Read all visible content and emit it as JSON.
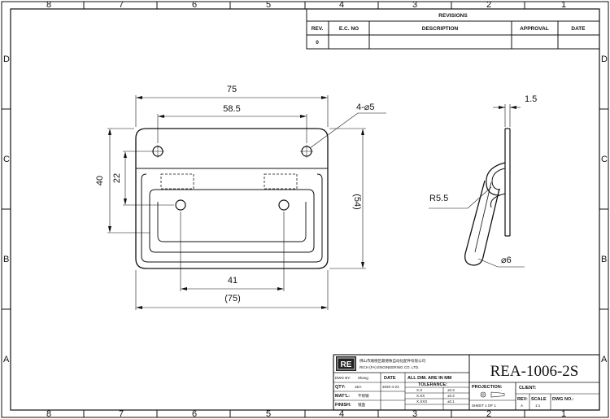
{
  "frame": {
    "top_zones": [
      "8",
      "7",
      "6",
      "5",
      "4",
      "3",
      "2",
      "1"
    ],
    "bottom_zones": [
      "8",
      "7",
      "6",
      "5",
      "4",
      "3",
      "2",
      "1"
    ],
    "left_zones": [
      "D",
      "C",
      "B",
      "A"
    ],
    "right_zones": [
      "D",
      "C",
      "B",
      "A"
    ]
  },
  "revisions": {
    "title": "REVISIONS",
    "headers": [
      "REV.",
      "E.C. NO",
      "DESCRIPTION",
      "APPROVAL",
      "DATE"
    ],
    "rows": [
      [
        "0",
        "",
        "",
        "",
        ""
      ]
    ]
  },
  "front_view": {
    "dims": {
      "overall_width": "75",
      "hole_spacing": "58.5",
      "holes": "4-⌀5",
      "height_total": "40",
      "height_upper": "22",
      "height_ref": "(54)",
      "lower_spacing": "41",
      "lower_width": "(75)"
    }
  },
  "side_view": {
    "dims": {
      "thickness": "1.5",
      "radius": "R5.5",
      "rod_dia": "⌀6"
    }
  },
  "title_block": {
    "logo": "RE",
    "company_cn": "佛山市顺德区最德致自动化配件有限公司",
    "company_en": "RICH (FA) ENGINEERING CO. LTD.",
    "dwg_by_label": "DWG BY:",
    "dwg_by": "Zhang",
    "date_label": "DATE",
    "date": "2020-4-23",
    "dims_note": "ALL DIM. ARE IN MM",
    "qty_label": "QTY:",
    "qty": "1EA",
    "tolerance_label": "TOLERANCE:",
    "tol_rows": [
      [
        "X.X",
        "±0.3"
      ],
      [
        "X.XX",
        "±0.2"
      ],
      [
        "X.XXX",
        "±0.1"
      ]
    ],
    "matl_label": "MAT'L:",
    "matl": "不锈钢",
    "finish_label": "FINISH:",
    "finish": "镜面",
    "part_number": "REA-1006-2S",
    "projection_label": "PROJECTION:",
    "client_label": "CLIENT:",
    "sheet": "SHEET 1 OF 1",
    "rev_label": "REV:",
    "rev": "A",
    "scale_label": "SCALE",
    "scale": "1:1",
    "dwg_no_label": "DWG NO.:"
  }
}
